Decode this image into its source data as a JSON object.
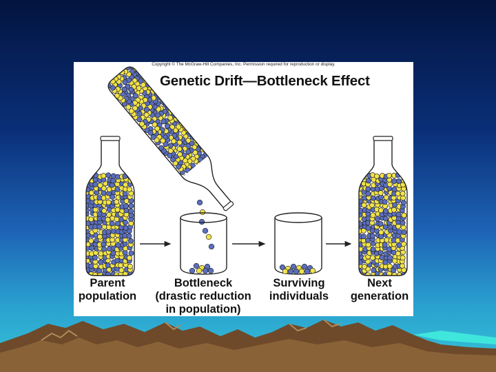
{
  "figure": {
    "copyright": "Copyright © The McGraw-Hill Companies, Inc. Permission required for reproduction or display.",
    "title": "Genetic Drift—Bottleneck Effect",
    "captions": {
      "parent": [
        "Parent",
        "population"
      ],
      "bottleneck": [
        "Bottleneck",
        "(drastic reduction",
        "in population)"
      ],
      "surviving": [
        "Surviving",
        "individuals"
      ],
      "next": [
        "Next",
        "generation"
      ]
    },
    "colors": {
      "blue_ball": "#5b6fbf",
      "yellow_ball": "#f1e34a",
      "outline": "#222222"
    }
  },
  "slide": {
    "colors": {
      "sky_top": "#03143f",
      "sky_bottom": "#36c6d8",
      "mountains": "#7a5230"
    }
  }
}
